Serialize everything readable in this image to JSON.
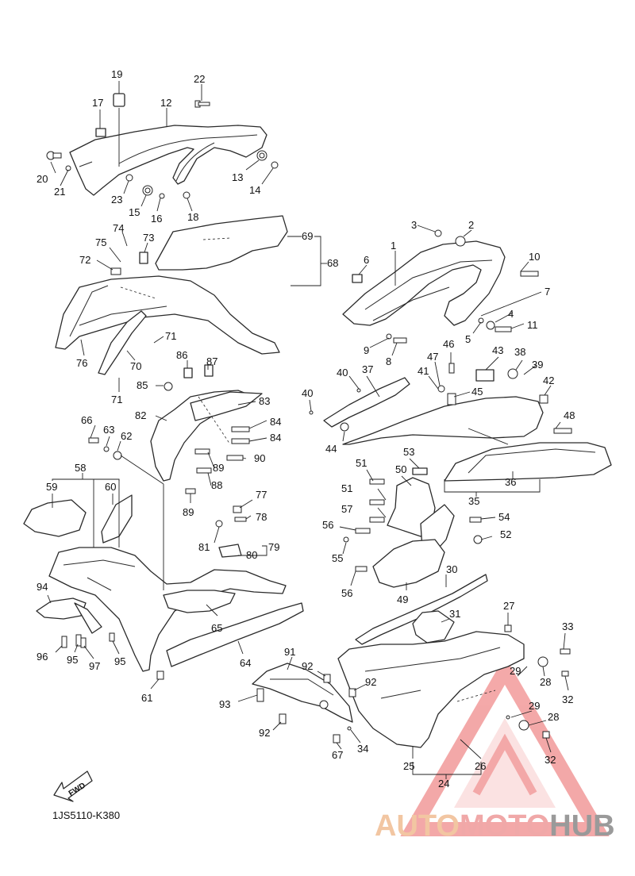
{
  "diagram_code": "1JS5110-K380",
  "fwd_label": "FWD",
  "watermark": {
    "part1": "AUTO",
    "part2": "MOTO",
    "part3": "HUB"
  },
  "colors": {
    "line": "#2a2a2a",
    "watermark_red": "#f08c8c",
    "watermark_orange": "#f2c6a2",
    "watermark_gray": "#9a9a9a"
  },
  "callouts": [
    {
      "id": "c19",
      "text": "19"
    },
    {
      "id": "c22",
      "text": "22"
    },
    {
      "id": "c17",
      "text": "17"
    },
    {
      "id": "c12",
      "text": "12"
    },
    {
      "id": "c20",
      "text": "20"
    },
    {
      "id": "c21",
      "text": "21"
    },
    {
      "id": "c23",
      "text": "23"
    },
    {
      "id": "c15",
      "text": "15"
    },
    {
      "id": "c16",
      "text": "16"
    },
    {
      "id": "c18",
      "text": "18"
    },
    {
      "id": "c13",
      "text": "13"
    },
    {
      "id": "c14",
      "text": "14"
    },
    {
      "id": "c74",
      "text": "74"
    },
    {
      "id": "c73",
      "text": "73"
    },
    {
      "id": "c75",
      "text": "75"
    },
    {
      "id": "c72",
      "text": "72"
    },
    {
      "id": "c69",
      "text": "69"
    },
    {
      "id": "c68",
      "text": "68"
    },
    {
      "id": "c71",
      "text": "71"
    },
    {
      "id": "c76",
      "text": "76"
    },
    {
      "id": "c70",
      "text": "70"
    },
    {
      "id": "c71b",
      "text": "71"
    },
    {
      "id": "c3",
      "text": "3"
    },
    {
      "id": "c2",
      "text": "2"
    },
    {
      "id": "c6",
      "text": "6"
    },
    {
      "id": "c1",
      "text": "1"
    },
    {
      "id": "c10",
      "text": "10"
    },
    {
      "id": "c7",
      "text": "7"
    },
    {
      "id": "c4",
      "text": "4"
    },
    {
      "id": "c5",
      "text": "5"
    },
    {
      "id": "c11",
      "text": "11"
    },
    {
      "id": "c9",
      "text": "9"
    },
    {
      "id": "c8",
      "text": "8"
    },
    {
      "id": "c86",
      "text": "86"
    },
    {
      "id": "c87",
      "text": "87"
    },
    {
      "id": "c85",
      "text": "85"
    },
    {
      "id": "c83",
      "text": "83"
    },
    {
      "id": "c82",
      "text": "82"
    },
    {
      "id": "c84",
      "text": "84"
    },
    {
      "id": "c84b",
      "text": "84"
    },
    {
      "id": "c66",
      "text": "66"
    },
    {
      "id": "c63",
      "text": "63"
    },
    {
      "id": "c62",
      "text": "62"
    },
    {
      "id": "c90",
      "text": "90"
    },
    {
      "id": "c89",
      "text": "89"
    },
    {
      "id": "c88",
      "text": "88"
    },
    {
      "id": "c89b",
      "text": "89"
    },
    {
      "id": "c46",
      "text": "46"
    },
    {
      "id": "c43",
      "text": "43"
    },
    {
      "id": "c38",
      "text": "38"
    },
    {
      "id": "c39",
      "text": "39"
    },
    {
      "id": "c40",
      "text": "40"
    },
    {
      "id": "c37",
      "text": "37"
    },
    {
      "id": "c47",
      "text": "47"
    },
    {
      "id": "c41",
      "text": "41"
    },
    {
      "id": "c45",
      "text": "45"
    },
    {
      "id": "c42",
      "text": "42"
    },
    {
      "id": "c40b",
      "text": "40"
    },
    {
      "id": "c48",
      "text": "48"
    },
    {
      "id": "c44",
      "text": "44"
    },
    {
      "id": "c53",
      "text": "53"
    },
    {
      "id": "c51",
      "text": "51"
    },
    {
      "id": "c50",
      "text": "50"
    },
    {
      "id": "c36",
      "text": "36"
    },
    {
      "id": "c35",
      "text": "35"
    },
    {
      "id": "c51b",
      "text": "51"
    },
    {
      "id": "c57",
      "text": "57"
    },
    {
      "id": "c54",
      "text": "54"
    },
    {
      "id": "c56",
      "text": "56"
    },
    {
      "id": "c52",
      "text": "52"
    },
    {
      "id": "c55",
      "text": "55"
    },
    {
      "id": "c56b",
      "text": "56"
    },
    {
      "id": "c49",
      "text": "49"
    },
    {
      "id": "c58",
      "text": "58"
    },
    {
      "id": "c59",
      "text": "59"
    },
    {
      "id": "c60",
      "text": "60"
    },
    {
      "id": "c77",
      "text": "77"
    },
    {
      "id": "c78",
      "text": "78"
    },
    {
      "id": "c81",
      "text": "81"
    },
    {
      "id": "c79",
      "text": "79"
    },
    {
      "id": "c80",
      "text": "80"
    },
    {
      "id": "c30",
      "text": "30"
    },
    {
      "id": "c31",
      "text": "31"
    },
    {
      "id": "c27",
      "text": "27"
    },
    {
      "id": "c33",
      "text": "33"
    },
    {
      "id": "c94",
      "text": "94"
    },
    {
      "id": "c65",
      "text": "65"
    },
    {
      "id": "c64",
      "text": "64"
    },
    {
      "id": "c96",
      "text": "96"
    },
    {
      "id": "c95",
      "text": "95"
    },
    {
      "id": "c97",
      "text": "97"
    },
    {
      "id": "c95b",
      "text": "95"
    },
    {
      "id": "c61",
      "text": "61"
    },
    {
      "id": "c91",
      "text": "91"
    },
    {
      "id": "c92",
      "text": "92"
    },
    {
      "id": "c92b",
      "text": "92"
    },
    {
      "id": "c93",
      "text": "93"
    },
    {
      "id": "c92c",
      "text": "92"
    },
    {
      "id": "c29",
      "text": "29"
    },
    {
      "id": "c28",
      "text": "28"
    },
    {
      "id": "c32",
      "text": "32"
    },
    {
      "id": "c29b",
      "text": "29"
    },
    {
      "id": "c28b",
      "text": "28"
    },
    {
      "id": "c32b",
      "text": "32"
    },
    {
      "id": "c67",
      "text": "67"
    },
    {
      "id": "c34",
      "text": "34"
    },
    {
      "id": "c25",
      "text": "25"
    },
    {
      "id": "c26",
      "text": "26"
    },
    {
      "id": "c24",
      "text": "24"
    }
  ]
}
